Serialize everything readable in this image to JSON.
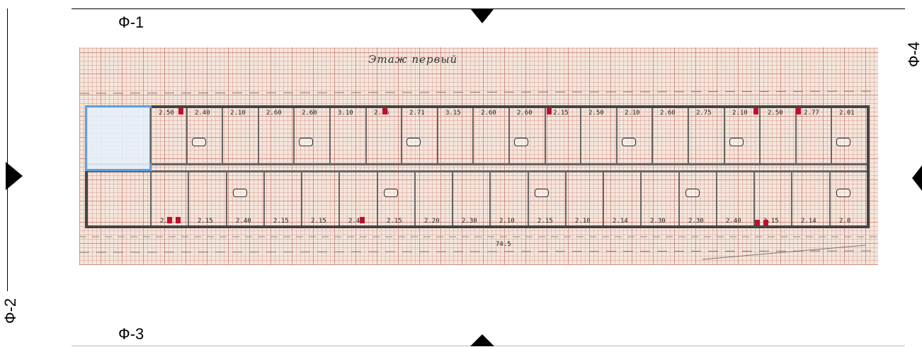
{
  "labels": {
    "f1": "Ф-1",
    "f2": "Ф-2",
    "f3": "Ф-3",
    "f4": "Ф-4"
  },
  "plan": {
    "title": "Этаж первый",
    "total_length": "74.5",
    "dimensions_top": [
      "2.50",
      "2.40",
      "2.10",
      "2.60",
      "2.60",
      "3.10",
      "2.15",
      "2.71",
      "3.15",
      "2.60",
      "2.60",
      "2.15",
      "2.50",
      "2.10",
      "2.60",
      "2.75",
      "2.10",
      "2.50",
      "2.77",
      "2.01"
    ],
    "dimensions_bottom": [
      "2.0",
      "2.15",
      "2.40",
      "2.15",
      "2.15",
      "2.40",
      "2.15",
      "2.20",
      "2.30",
      "2.10",
      "2.15",
      "2.10",
      "2.14",
      "2.30",
      "2.30",
      "2.40",
      "2.15",
      "2.14",
      "2.0"
    ]
  }
}
